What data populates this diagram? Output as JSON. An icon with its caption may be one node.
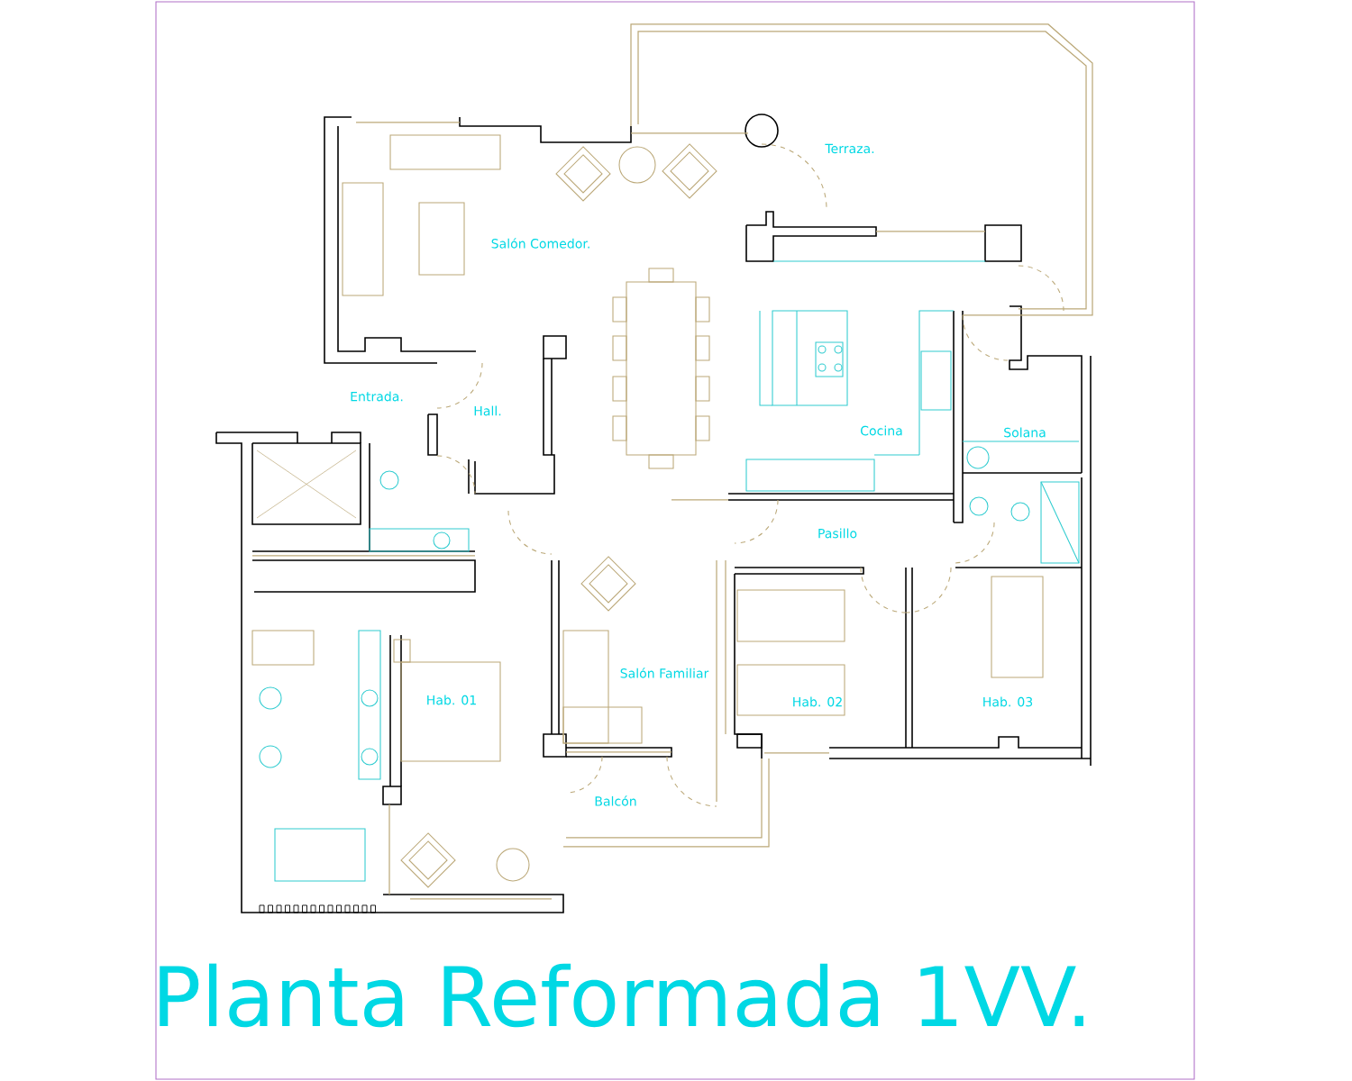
{
  "diagram": {
    "title": "Planta Reformada 1VV.",
    "labels": [
      "Terraza.",
      "Salón Comedor.",
      "Entrada.",
      "Hall.",
      "Cocina",
      "Solana",
      "Pasillo",
      "Salón Familiar",
      "Hab. 01",
      "Hab. 02",
      "Hab. 03",
      "Balcón"
    ]
  }
}
